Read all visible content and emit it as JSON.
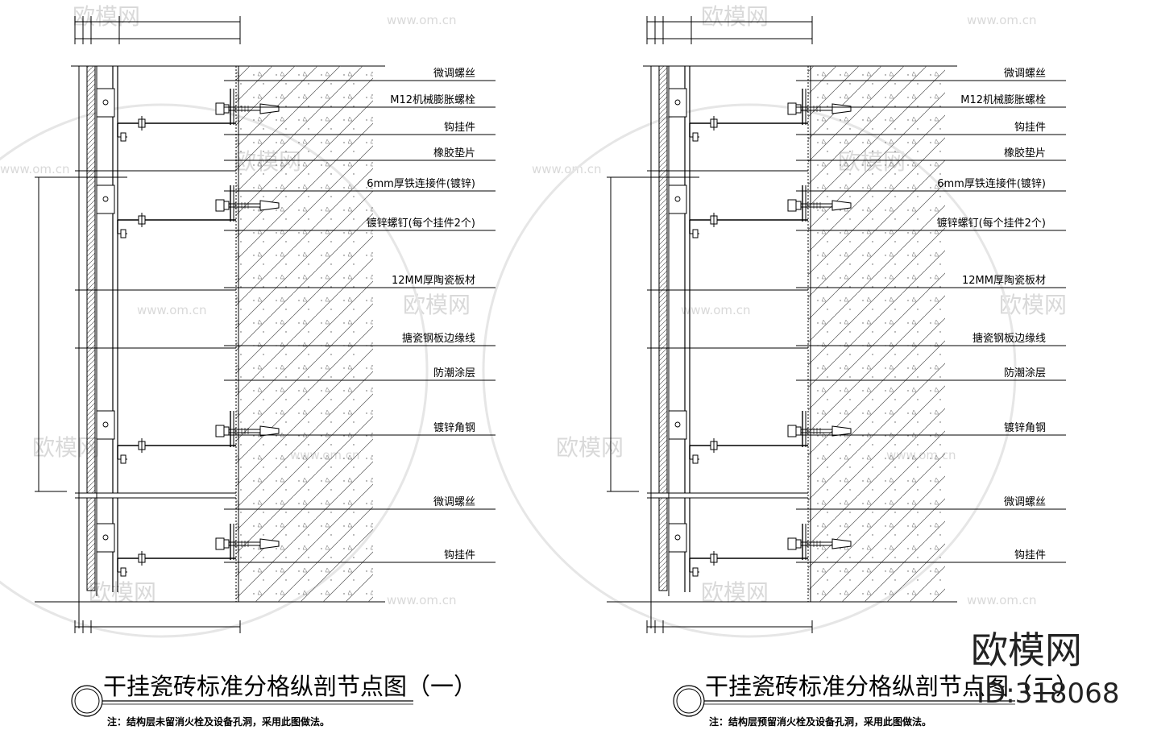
{
  "watermark": {
    "brand": "欧模网",
    "site": "www.om.cn"
  },
  "drawings": [
    {
      "title": "干挂瓷砖标准分格纵剖节点图（一）",
      "note": "注：结构层未留消火栓及设备孔洞，采用此图做法。",
      "labels": [
        "微调螺丝",
        "M12机械膨胀螺栓",
        "钩挂件",
        "橡胶垫片",
        "6mm厚铁连接件(镀锌)",
        "镀锌螺钉(每个挂件2个)",
        "12MM厚陶瓷板材",
        "搪瓷钢板边缘线",
        "防潮涂层",
        "镀锌角钢",
        "微调螺丝",
        "钩挂件"
      ]
    },
    {
      "title": "干挂瓷砖标准分格纵剖节点图（二）",
      "note": "注：结构层预留消火栓及设备孔洞，采用此图做法。",
      "labels": [
        "微调螺丝",
        "M12机械膨胀螺栓",
        "钩挂件",
        "橡胶垫片",
        "6mm厚铁连接件(镀锌)",
        "镀锌螺钉(每个挂件2个)",
        "12MM厚陶瓷板材",
        "搪瓷钢板边缘线",
        "防潮涂层",
        "镀锌角钢",
        "微调螺丝",
        "钩挂件"
      ]
    }
  ],
  "corner_watermark": {
    "brand": "欧模网",
    "id": "ID:318068"
  }
}
